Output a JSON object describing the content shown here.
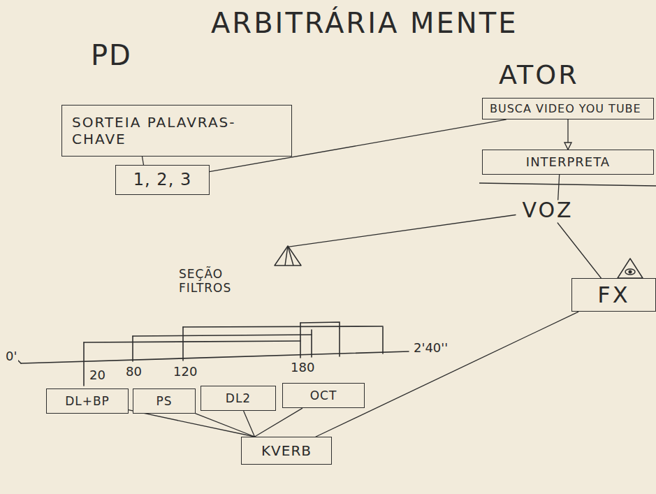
{
  "diagram": {
    "title": "ARBITRÁRIA MENTE",
    "nodes": [
      {
        "text": [
          "SORTEIA PALAVRAS-CHAVE"
        ]
      },
      {
        "text": [
          "1, 2, 3"
        ]
      },
      {
        "text": [
          "BUSCA VIDEO YOU TUBE"
        ]
      },
      {
        "text": [
          "INTERPRETA"
        ]
      },
      {
        "text": [
          "VOZ"
        ]
      },
      {
        "text": [
          "SEÇÃO FILTROS"
        ]
      },
      {
        "text": [
          "FX"
        ]
      },
      {
        "text": [
          "DL+BP"
        ]
      },
      {
        "text": [
          "PS"
        ]
      },
      {
        "text": [
          "DL2"
        ]
      },
      {
        "text": [
          "OCT"
        ]
      },
      {
        "text": [
          "KVERB"
        ]
      }
    ],
    "edges": [
      {
        "from": 0,
        "to": 1,
        "arrow": "none"
      },
      {
        "from": 1,
        "to": 2,
        "arrow": "none"
      },
      {
        "from": 2,
        "to": 3,
        "arrow": "to"
      },
      {
        "from": 3,
        "to": 4,
        "arrow": "none"
      },
      {
        "from": 4,
        "to": 6,
        "arrow": "none"
      },
      {
        "from": 4,
        "to": 5,
        "arrow": "none"
      },
      {
        "from": 7,
        "to": 11,
        "arrow": "none"
      },
      {
        "from": 8,
        "to": 11,
        "arrow": "none"
      },
      {
        "from": 9,
        "to": 11,
        "arrow": "none"
      },
      {
        "from": 10,
        "to": 11,
        "arrow": "none"
      },
      {
        "from": 11,
        "to": 6,
        "arrow": "none"
      }
    ],
    "labels": [
      "PD",
      "ATOR",
      "0'",
      "20",
      "80",
      "120",
      "180",
      "2'40''"
    ]
  }
}
